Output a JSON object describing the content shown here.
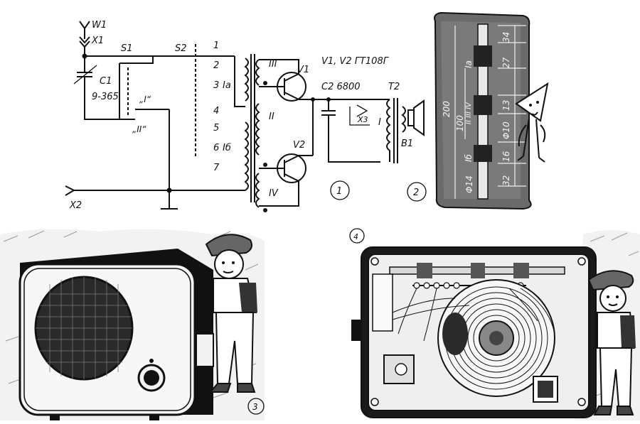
{
  "schematic": {
    "antenna": "W1",
    "input": "X1",
    "ground": "X2",
    "switch1": "S1",
    "switch2": "S2",
    "switch_pos_1": "„I“",
    "switch_pos_2": "„II“",
    "capacitor1_name": "C1",
    "capacitor1_value": "9-365",
    "coil_taps": [
      "1",
      "2",
      "3",
      "4",
      "5",
      "6",
      "7"
    ],
    "coil_section_a": "Iа",
    "coil_section_b": "Iб",
    "winding_2": "II",
    "winding_3": "III",
    "winding_4": "IV",
    "transistor1": "V1",
    "transistor2": "V2",
    "transistor_type": "V1, V2 ГТ108Г",
    "capacitor2": "C2 6800",
    "transformer": "T2",
    "transformer_primary": "I",
    "jack": "X3",
    "speaker": "B1",
    "figure_number": "1"
  },
  "coil_drawing": {
    "figure_number": "2",
    "total_length": "200",
    "center_length": "100",
    "section_a": "Iа",
    "section_b": "Iб",
    "middle_sections": "II III IV",
    "dim_top_1": "34",
    "dim_top_2": "27",
    "dim_mid": "13",
    "dim_rod": "Φ10",
    "dim_bottom_1": "16",
    "dim_bottom_2": "32",
    "dim_diameter": "Φ14"
  },
  "photo_front": {
    "figure_number": "3"
  },
  "photo_inside": {
    "figure_number": "4"
  }
}
